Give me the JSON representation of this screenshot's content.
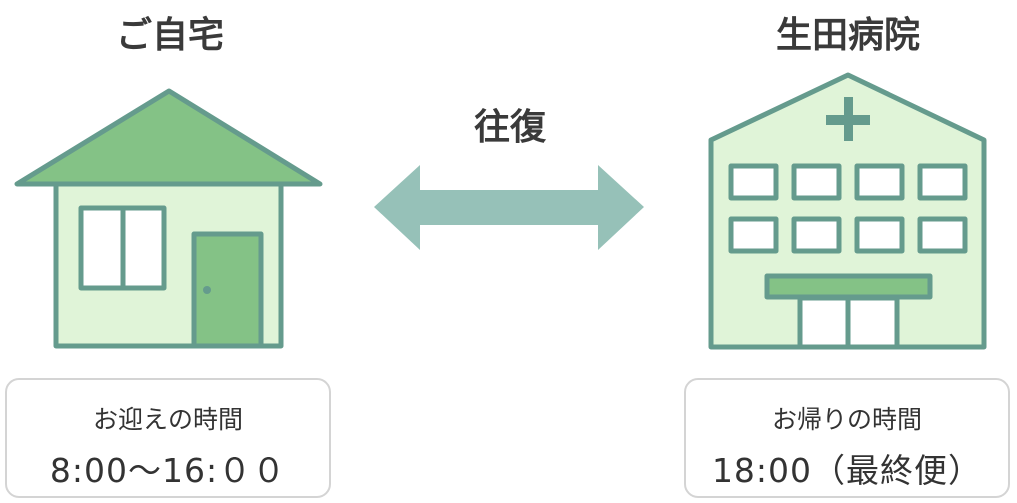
{
  "home": {
    "title": "ご自宅",
    "box_label": "お迎えの時間",
    "box_value": "8:00〜16:００"
  },
  "trip": {
    "label": "往復"
  },
  "hospital": {
    "title": "生田病院",
    "box_label": "お帰りの時間",
    "box_value": "18:00（最終便）"
  },
  "colors": {
    "stroke": "#659b8d",
    "light": "#e0f4d8",
    "green": "#84c286",
    "arrow": "#96c1b8"
  }
}
